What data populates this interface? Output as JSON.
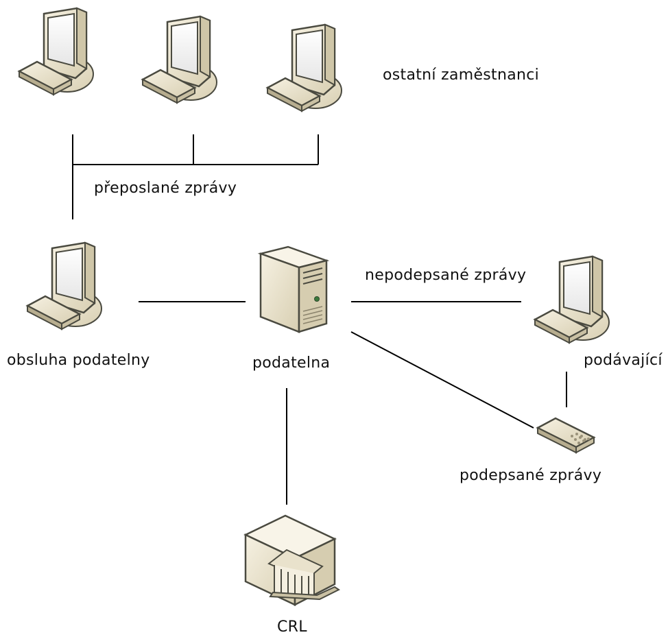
{
  "nodes": {
    "other_employees_label": "ostatní zaměstnanci",
    "forwarded_messages_label": "přeposlané zprávy",
    "unsigned_messages_label": "nepodepsané zprávy",
    "operator_label": "obsluha podatelny",
    "registry_label": "podatelna",
    "sender_label": "podávající",
    "signed_messages_label": "podepsané zprávy",
    "crl_label": "CRL"
  },
  "icons": {
    "workstation": "computer-icon",
    "server": "server-icon",
    "token": "smart-token-icon",
    "crl_store": "certificate-store-icon"
  },
  "colors": {
    "line": "#000000",
    "device_face": "#efe9d6",
    "device_side": "#c9c0a3",
    "screen": "#f7f7f7",
    "outline": "#4a4a40"
  }
}
